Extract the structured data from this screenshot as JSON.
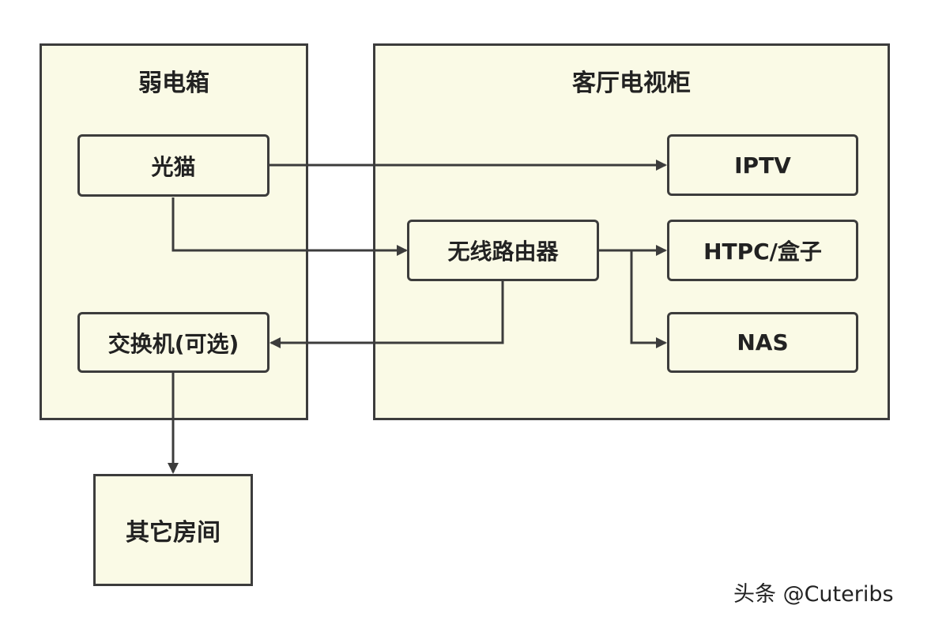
{
  "groups": {
    "weak_box": {
      "title": "弱电箱"
    },
    "living_room_cabinet": {
      "title": "客厅电视柜"
    }
  },
  "nodes": {
    "optical_modem": "光猫",
    "switch": "交换机(可选)",
    "other_rooms": "其它房间",
    "wireless_router": "无线路由器",
    "iptv": "IPTV",
    "htpc": "HTPC/盒子",
    "nas": "NAS"
  },
  "edges": [
    {
      "from": "光猫",
      "to": "IPTV"
    },
    {
      "from": "光猫",
      "to": "无线路由器"
    },
    {
      "from": "无线路由器",
      "to": "HTPC/盒子"
    },
    {
      "from": "无线路由器",
      "to": "NAS"
    },
    {
      "from": "无线路由器",
      "to": "交换机(可选)"
    },
    {
      "from": "交换机(可选)",
      "to": "其它房间"
    }
  ],
  "colors": {
    "fill": "#fafae6",
    "stroke": "#3c3c3c",
    "text": "#222222"
  },
  "watermark": "头条 @Cuteribs"
}
